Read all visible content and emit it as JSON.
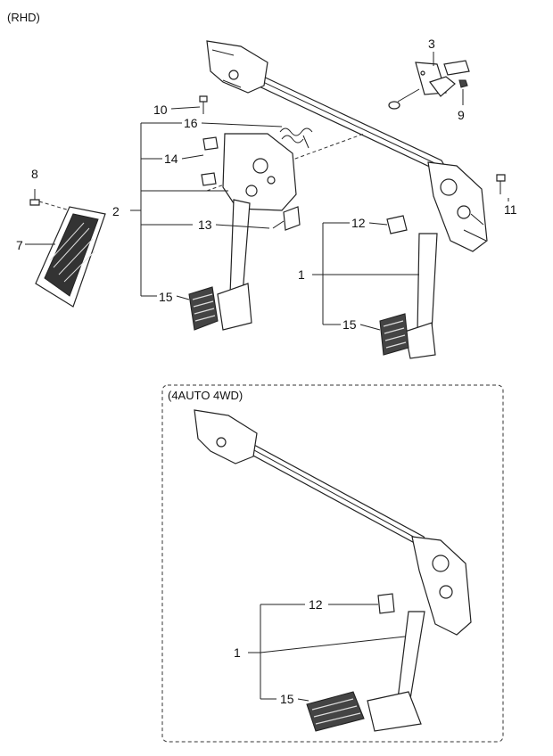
{
  "captions": {
    "main": "(RHD)",
    "variant": "(4AUTO 4WD)"
  },
  "callouts": {
    "c1": "1",
    "c2": "2",
    "c3": "3",
    "c7": "7",
    "c8": "8",
    "c9": "9",
    "c10": "10",
    "c11": "11",
    "c12": "12",
    "c13": "13",
    "c14": "14",
    "c15a": "15",
    "c15b": "15",
    "c16": "16",
    "v1": "1",
    "v12": "12",
    "v15": "15"
  }
}
